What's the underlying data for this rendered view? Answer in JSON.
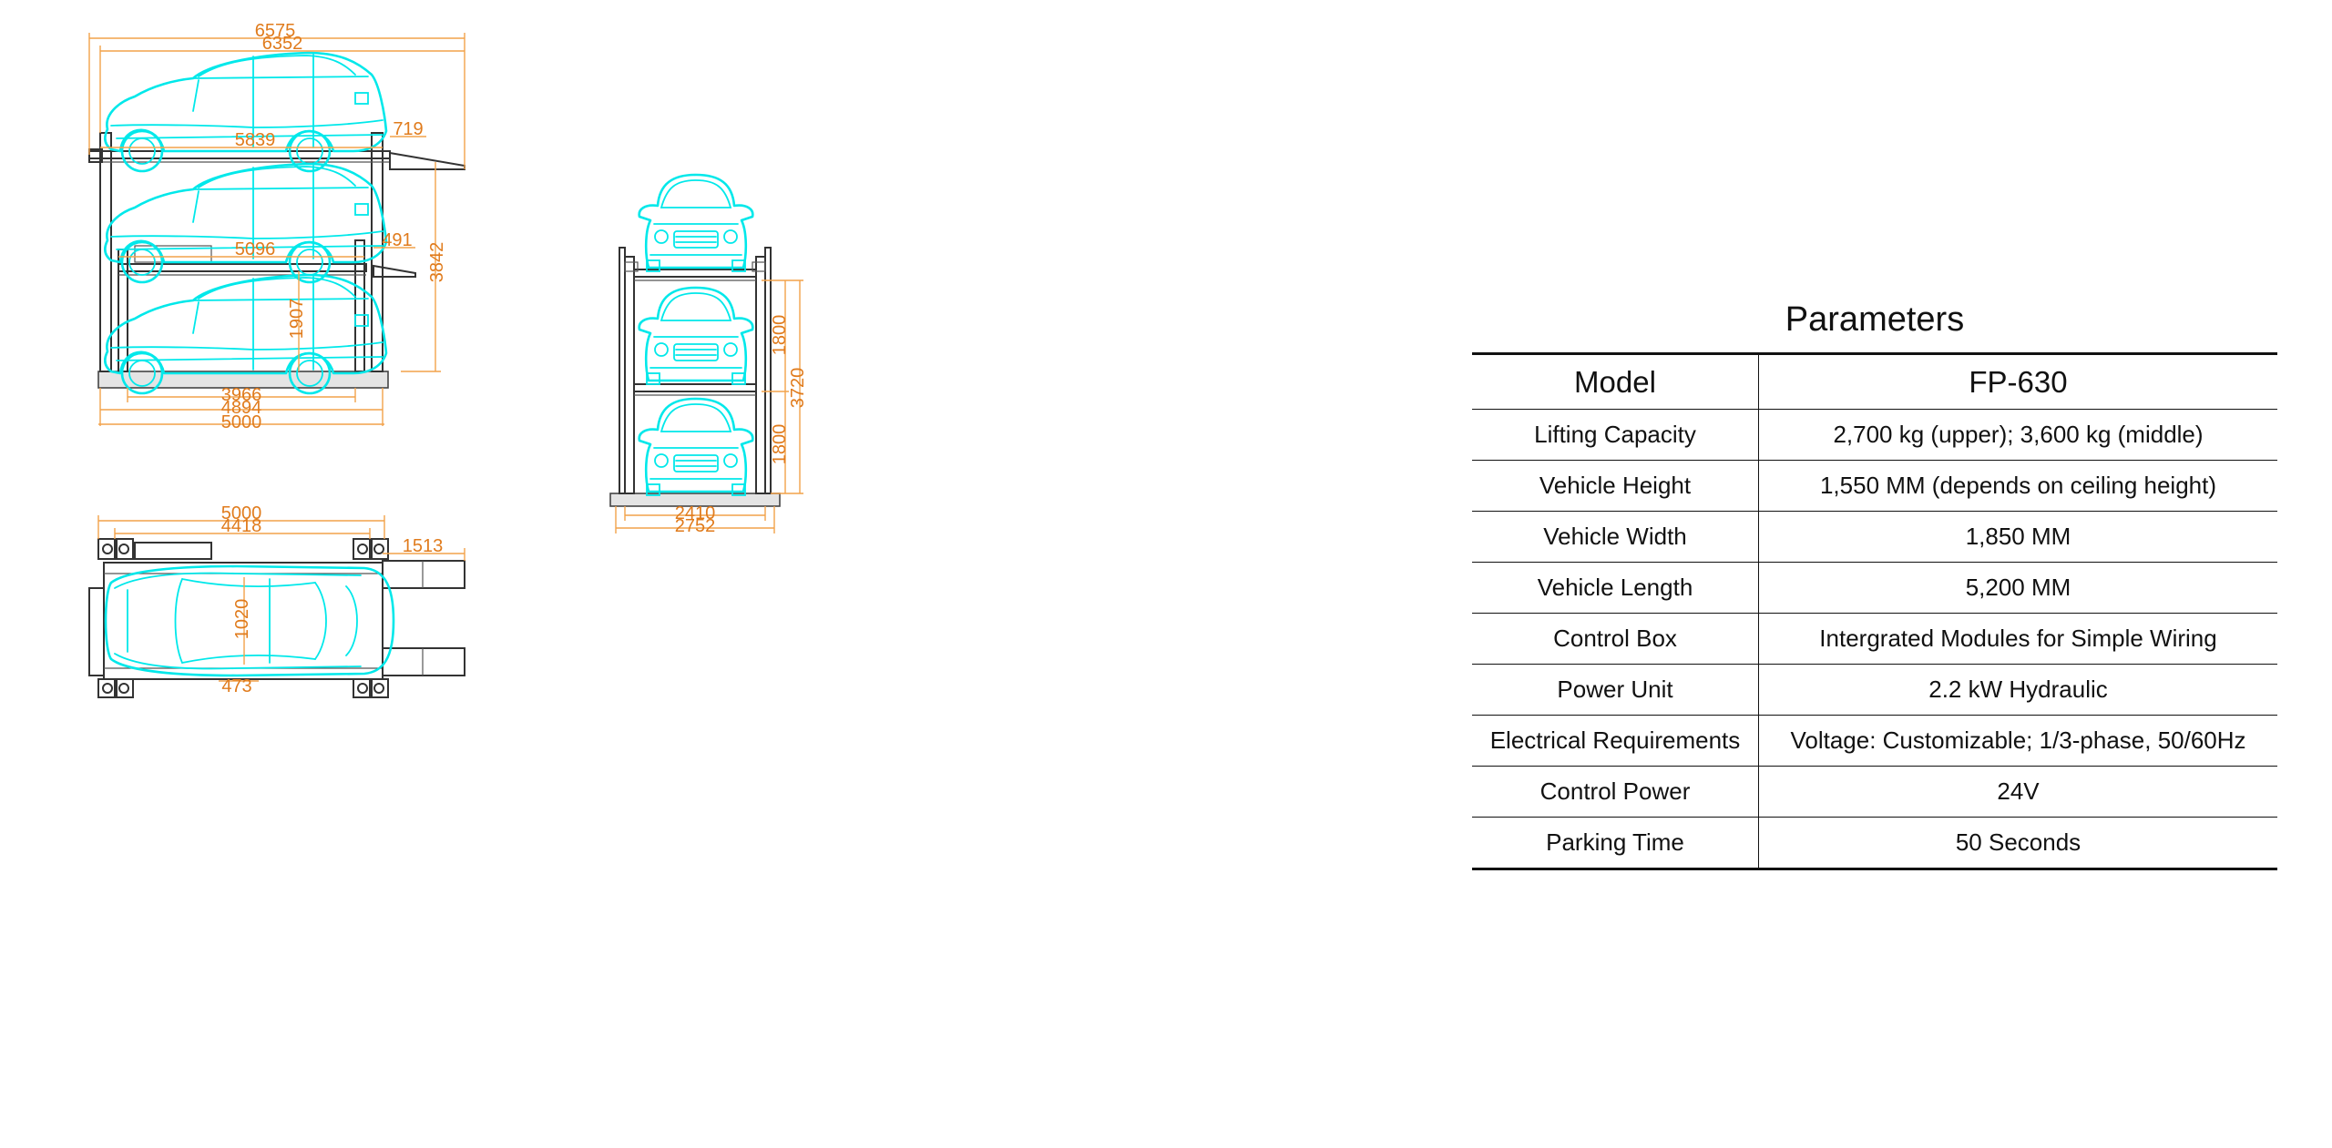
{
  "drawing": {
    "side_view": {
      "dims": {
        "overall_length": "6575",
        "ramp_length": "6352",
        "platform_length": "5839",
        "ramp_offset_top": "719",
        "middle_platform_length": "5096",
        "ramp_offset_middle": "491",
        "total_height": "3842",
        "lower_clearance": "1907",
        "inner_base": "3966",
        "post_spacing": "4894",
        "base_length": "5000"
      }
    },
    "top_view": {
      "dims": {
        "overall_length": "5000",
        "post_spacing": "4418",
        "ramp_extension": "1513",
        "track_width": "1020",
        "offset": "473"
      }
    },
    "front_view": {
      "dims": {
        "level_height_upper": "1800",
        "level_height_lower": "1800",
        "total_height": "3720",
        "inner_width": "2410",
        "outer_width": "2752"
      }
    },
    "colors": {
      "vehicle_outline": "#00e8ea",
      "dimension": "#e07b1c",
      "structure": "#333333"
    }
  },
  "parameters": {
    "title": "Parameters",
    "header": {
      "key": "Model",
      "value": "FP-630"
    },
    "rows": [
      {
        "key": "Lifting Capacity",
        "value": "2,700 kg (upper); 3,600 kg (middle)"
      },
      {
        "key": "Vehicle Height",
        "value": "1,550 MM (depends on ceiling height)"
      },
      {
        "key": "Vehicle Width",
        "value": "1,850 MM"
      },
      {
        "key": "Vehicle Length",
        "value": "5,200 MM"
      },
      {
        "key": "Control Box",
        "value": "Intergrated Modules for Simple Wiring"
      },
      {
        "key": "Power Unit",
        "value": "2.2 kW Hydraulic"
      },
      {
        "key": "Electrical Requirements",
        "value": "Voltage: Customizable; 1/3-phase, 50/60Hz"
      },
      {
        "key": "Control Power",
        "value": "24V"
      },
      {
        "key": "Parking Time",
        "value": "50 Seconds"
      }
    ]
  }
}
